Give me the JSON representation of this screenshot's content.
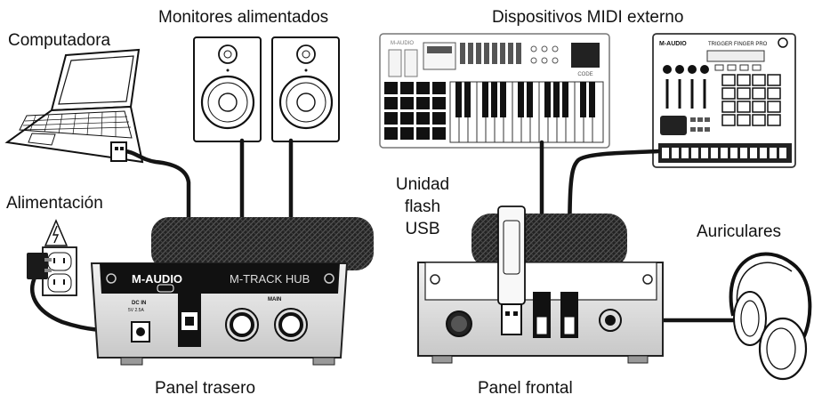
{
  "labels": {
    "computer": "Computadora",
    "monitors": "Monitores alimentados",
    "midi_devices": "Dispositivos MIDI externo",
    "power": "Alimentación",
    "usb_flash_1": "Unidad",
    "usb_flash_2": "flash",
    "usb_flash_3": "USB",
    "headphones": "Auriculares",
    "rear_panel": "Panel trasero",
    "front_panel": "Panel frontal"
  },
  "device_text": {
    "brand": "M-AUDIO",
    "model": "M-TRACK HUB",
    "main": "MAIN",
    "dc_in": "DC IN",
    "dc_rating": "5V 2.5A",
    "controller_brand": "M-AUDIO",
    "controller_code": "CODE",
    "pad_brand": "M-AUDIO",
    "pad_model": "TRIGGER FINGER PRO"
  },
  "colors": {
    "ink": "#111111",
    "cable": "#141414",
    "metal": "#dcdcdc",
    "body": "#f4f4f4"
  }
}
